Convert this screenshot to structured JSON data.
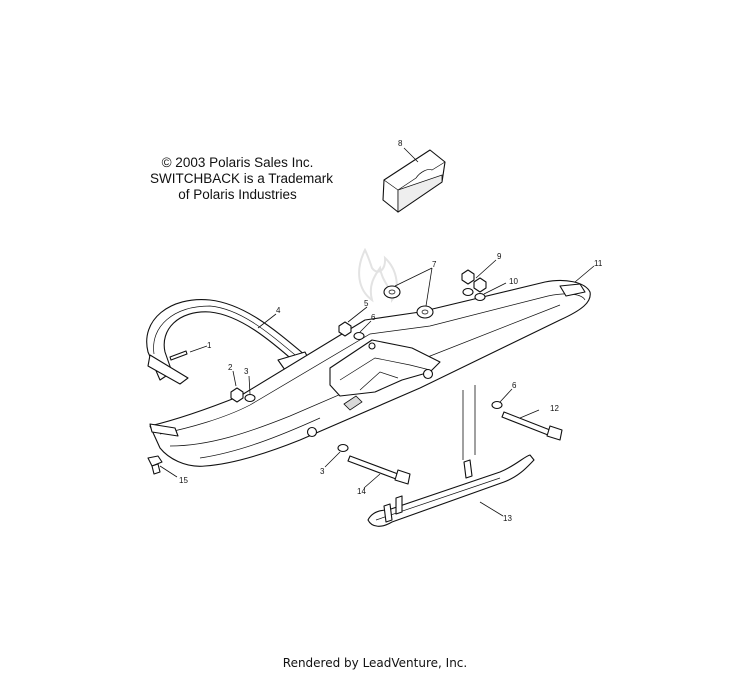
{
  "notice": {
    "copyright": "© 2003 Polaris Sales Inc.",
    "trademark_line1": "SWITCHBACK is a Trademark",
    "trademark_line2": "of Polaris Industries"
  },
  "callouts": [
    "1",
    "2",
    "3",
    "4",
    "5",
    "6",
    "7",
    "8",
    "9",
    "10",
    "11",
    "12",
    "3",
    "14",
    "15",
    "13",
    "6"
  ],
  "footer": {
    "text": "Rendered by LeadVenture, Inc."
  }
}
